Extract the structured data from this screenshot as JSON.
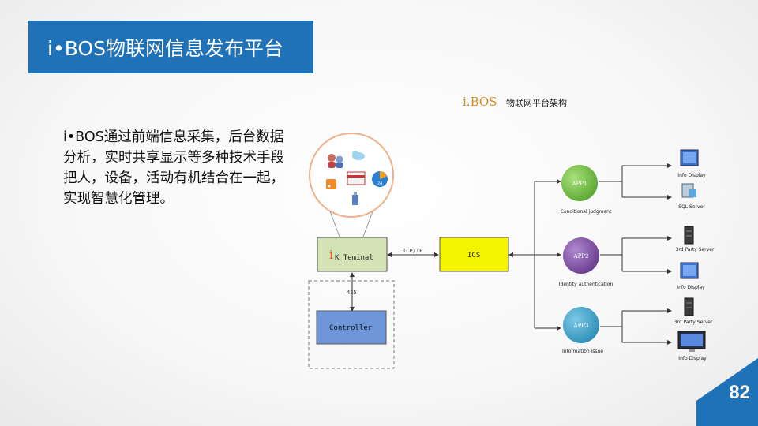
{
  "slide": {
    "title": "i•BOS物联网信息发布平台",
    "description": "i•BOS通过前端信息采集，后台数据分析，实时共享显示等多种技术手段把人，设备，活动有机结合在一起，实现智慧化管理。",
    "page_number": "82"
  },
  "diagram": {
    "brand": "i.BOS",
    "heading": "物联网平台架构",
    "terminal_prefix": "i",
    "terminal_label": "K Teminal",
    "link_label": "TCP/IP",
    "ics_label": "ICS",
    "bus_label": "485",
    "controller_label": "Controller",
    "circle_badge": "24",
    "apps": [
      {
        "name": "APP1",
        "caption": "Conditional judgment",
        "color": "#6cbf3f"
      },
      {
        "name": "APP2",
        "caption": "Identity authentication",
        "color": "#7d4fa0"
      },
      {
        "name": "APP3",
        "caption": "Information issue",
        "color": "#3aa0c8"
      }
    ],
    "devices": {
      "app1": [
        "Info Display",
        "SQL Server"
      ],
      "app2": [
        "3rd Party Server",
        "Info Display"
      ],
      "app3": [
        "3rd Party Server",
        "Info Display"
      ]
    }
  },
  "colors": {
    "title_bg": "#1f72b8",
    "terminal_bg": "#d3e3b6",
    "ics_bg": "#f5f500",
    "controller_bg": "#6e96d8",
    "circle_border": "#f0b08a",
    "corner": "#1f72b8"
  }
}
